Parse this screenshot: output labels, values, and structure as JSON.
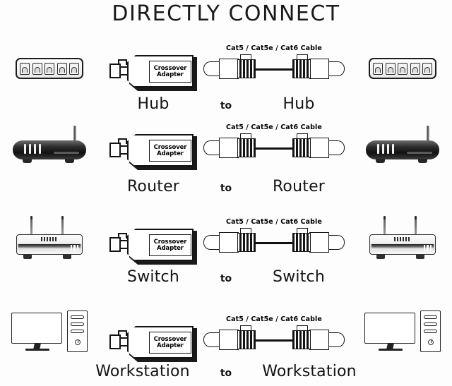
{
  "title": "DIRECTLY CONNECT",
  "adapter": {
    "line1": "Crossover",
    "line2": "Adapter"
  },
  "cable": {
    "label": "Cat5 / Cat5e / Cat6 Cable"
  },
  "connector_word": "to",
  "rows": [
    {
      "id": "hub",
      "device_icon": "hub-icon",
      "left_label": "Hub",
      "right_label": "Hub",
      "ports": 5
    },
    {
      "id": "router",
      "device_icon": "router-icon",
      "left_label": "Router",
      "right_label": "Router"
    },
    {
      "id": "switch",
      "device_icon": "switch-icon",
      "left_label": "Switch",
      "right_label": "Switch"
    },
    {
      "id": "workstation",
      "device_icon": "workstation-icon",
      "left_label": "Workstation",
      "right_label": "Workstation"
    }
  ],
  "colors": {
    "background": "#fdfdfd",
    "ink": "#141414",
    "router_body": "#1a1a1a"
  }
}
